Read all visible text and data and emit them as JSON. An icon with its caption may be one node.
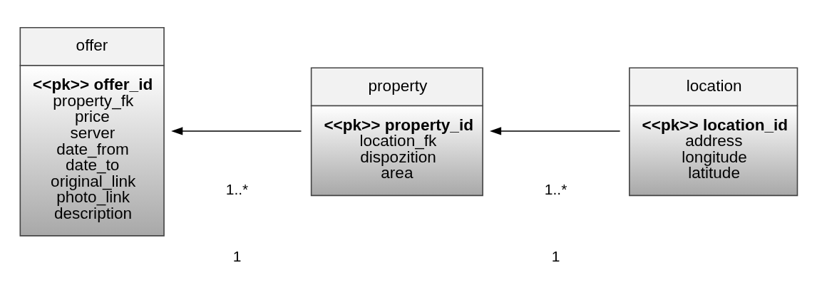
{
  "diagram": {
    "nodes": [
      {
        "text": [
          "offer",
          "<<pk>> offer_id",
          "property_fk",
          "price",
          "server",
          "date_from",
          "date_to",
          "original_link",
          "photo_link",
          "description"
        ]
      },
      {
        "text": [
          "property",
          "<<pk>> property_id",
          "location_fk",
          "dispozition",
          "area"
        ]
      },
      {
        "text": [
          "location",
          "<<pk>> location_id",
          "address",
          "longitude",
          "latitude"
        ]
      }
    ],
    "edges": [
      {
        "from": 1,
        "to": 0,
        "arrow": "to"
      },
      {
        "from": 2,
        "to": 1,
        "arrow": "to"
      }
    ],
    "labels": [
      "1..*",
      "1",
      "1..*",
      "1"
    ]
  }
}
